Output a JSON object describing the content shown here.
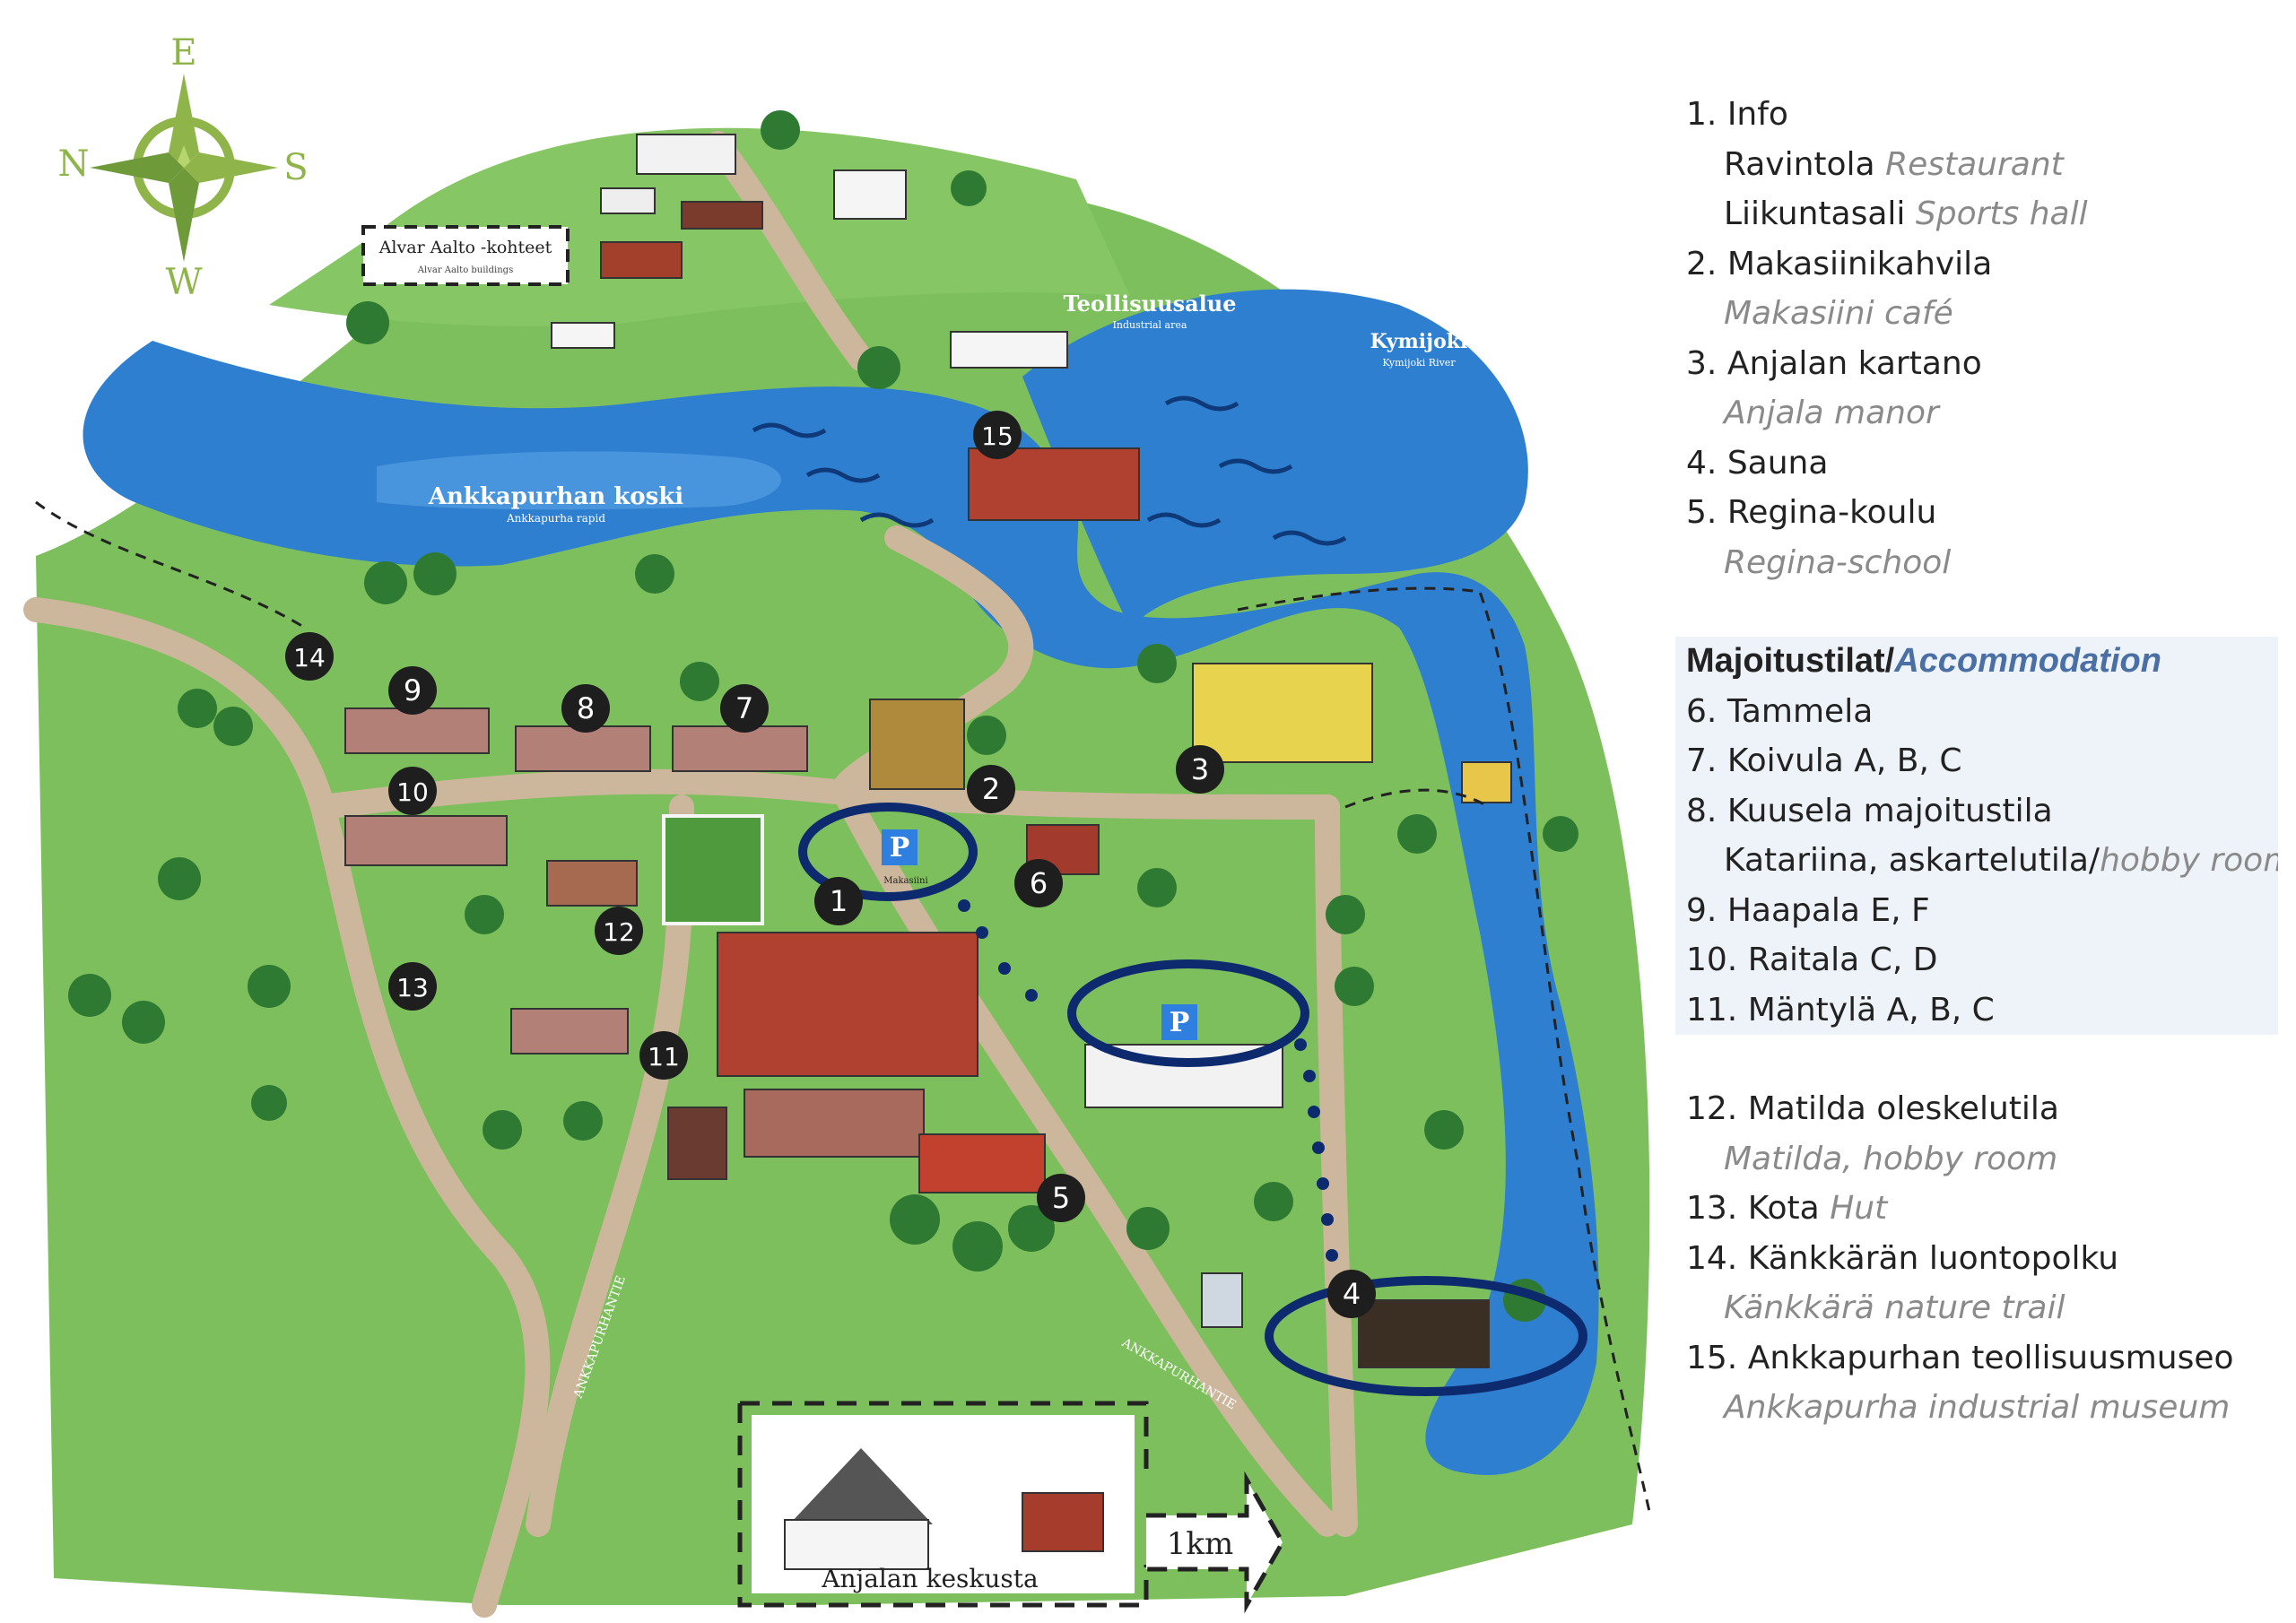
{
  "compass": {
    "north": "N",
    "east": "E",
    "south": "S",
    "west": "W"
  },
  "map_labels": {
    "alvar_aalto": "Alvar Aalto -kohteet",
    "alvar_aalto_en": "Alvar Aalto buildings",
    "industrial": "Teollisuusalue",
    "industrial_en": "Industrial area",
    "river": "Kymijoki",
    "river_en": "Kymijoki River",
    "rapid": "Ankkapurhan koski",
    "rapid_en": "Ankkapurha rapid",
    "road1": "ANKKAPURHANTIE",
    "road2": "ANKKAPURHANTIE",
    "makasiini_sign": "Makasiini",
    "center_box": "Anjalan keskusta",
    "distance": "1km",
    "parking": "P"
  },
  "markers": [
    "1",
    "2",
    "3",
    "4",
    "5",
    "6",
    "7",
    "8",
    "9",
    "10",
    "11",
    "12",
    "13",
    "14",
    "15"
  ],
  "colors": {
    "water": "#2e7fd0",
    "grass": "#7cbf5a",
    "path": "#c9b49a",
    "marker": "#1e1e1e",
    "parking_ring": "#0e2a6e",
    "parking_sign": "#2f7fe0",
    "compass": "#8fb44a"
  },
  "legend": {
    "items": [
      {
        "num": "1.",
        "fi": "Info",
        "en": ""
      },
      {
        "num": "",
        "fi": "Ravintola",
        "en": "Restaurant",
        "indent": true
      },
      {
        "num": "",
        "fi": "Liikuntasali",
        "en": "Sports hall",
        "indent": true
      },
      {
        "num": "2.",
        "fi": "Makasiinikahvila",
        "en": ""
      },
      {
        "num": "",
        "fi": "",
        "en": "Makasiini café",
        "indent": true
      },
      {
        "num": "3.",
        "fi": "Anjalan kartano",
        "en": ""
      },
      {
        "num": "",
        "fi": "",
        "en": "Anjala manor",
        "indent": true
      },
      {
        "num": "4.",
        "fi": "Sauna",
        "en": ""
      },
      {
        "num": "5.",
        "fi": "Regina-koulu",
        "en": ""
      },
      {
        "num": "",
        "fi": "",
        "en": "Regina-school",
        "indent": true
      }
    ],
    "accommodation_title_fi": "Majoitustilat/",
    "accommodation_title_en": "Accommodation",
    "accommodation": [
      {
        "num": "6.",
        "fi": "Tammela",
        "en": ""
      },
      {
        "num": "7.",
        "fi": "Koivula A, B, C",
        "en": ""
      },
      {
        "num": "8.",
        "fi": "Kuusela majoitustila",
        "en": ""
      },
      {
        "num": "",
        "fi": "Katariina, askartelutila/",
        "en": "hobby room",
        "indent": true
      },
      {
        "num": "9.",
        "fi": "Haapala E, F",
        "en": ""
      },
      {
        "num": "10.",
        "fi": "Raitala C, D",
        "en": ""
      },
      {
        "num": "11.",
        "fi": "Mäntylä A, B, C",
        "en": ""
      }
    ],
    "others": [
      {
        "num": "12.",
        "fi": "Matilda oleskelutila",
        "en": ""
      },
      {
        "num": "",
        "fi": "",
        "en": "Matilda, hobby room",
        "indent": true
      },
      {
        "num": "13.",
        "fi": "Kota",
        "en": "Hut"
      },
      {
        "num": "14.",
        "fi": "Känkkärän luontopolku",
        "en": ""
      },
      {
        "num": "",
        "fi": "",
        "en": "Känkkärä nature trail",
        "indent": true
      },
      {
        "num": "15.",
        "fi": "Ankkapurhan teollisuusmuseo",
        "en": ""
      },
      {
        "num": "",
        "fi": "",
        "en": "Ankkapurha industrial museum",
        "indent": true
      }
    ]
  }
}
